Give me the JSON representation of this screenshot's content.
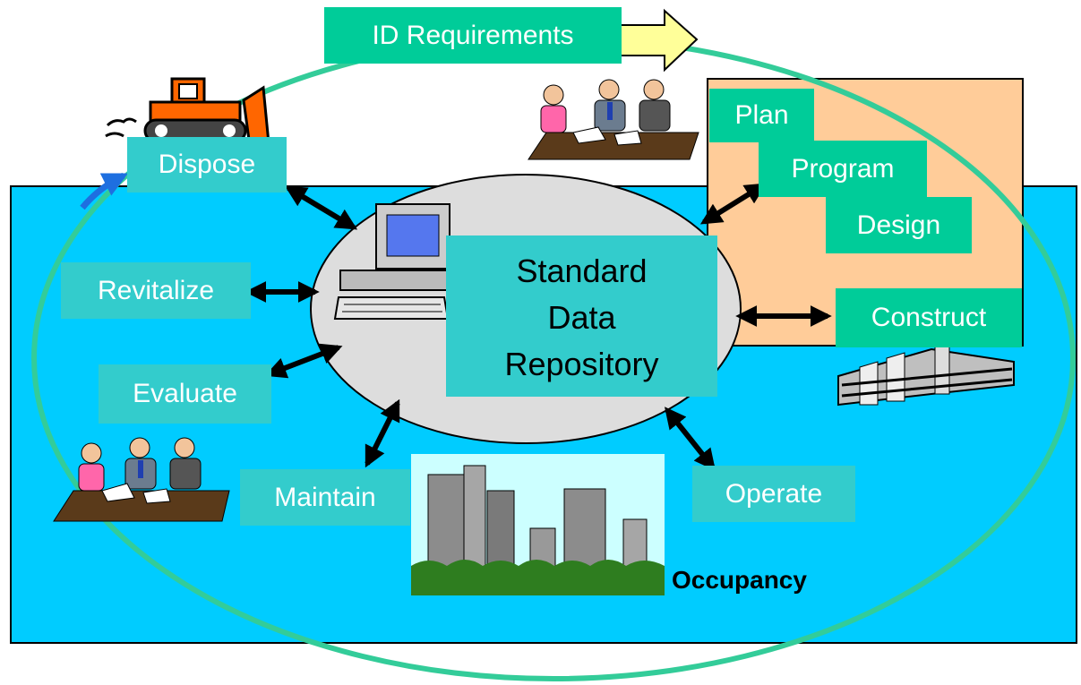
{
  "diagram": {
    "top_arrow_label": "ID Requirements",
    "center_label_lines": [
      "Standard",
      "Data",
      "Repository"
    ],
    "lifecycle_steps": {
      "dispose": "Dispose",
      "revitalize": "Revitalize",
      "evaluate": "Evaluate",
      "maintain": "Maintain",
      "operate": "Operate",
      "plan": "Plan",
      "program": "Program",
      "design": "Design",
      "construct": "Construct"
    },
    "occupancy_label": "Occupancy"
  },
  "colors": {
    "sky_panel": "#00ccff",
    "label_teal": "#33cccc",
    "label_green": "#00cc99",
    "planning_panel": "#ffcc99",
    "lifecycle_ellipse": "#33cc99",
    "repository_ellipse": "#dddddd",
    "arrow_yellow": "#ffff99"
  },
  "icons": [
    "bulldozer-clipart",
    "meeting-clipart",
    "computer-clipart",
    "office-building-clipart",
    "city-skyline-clipart"
  ]
}
